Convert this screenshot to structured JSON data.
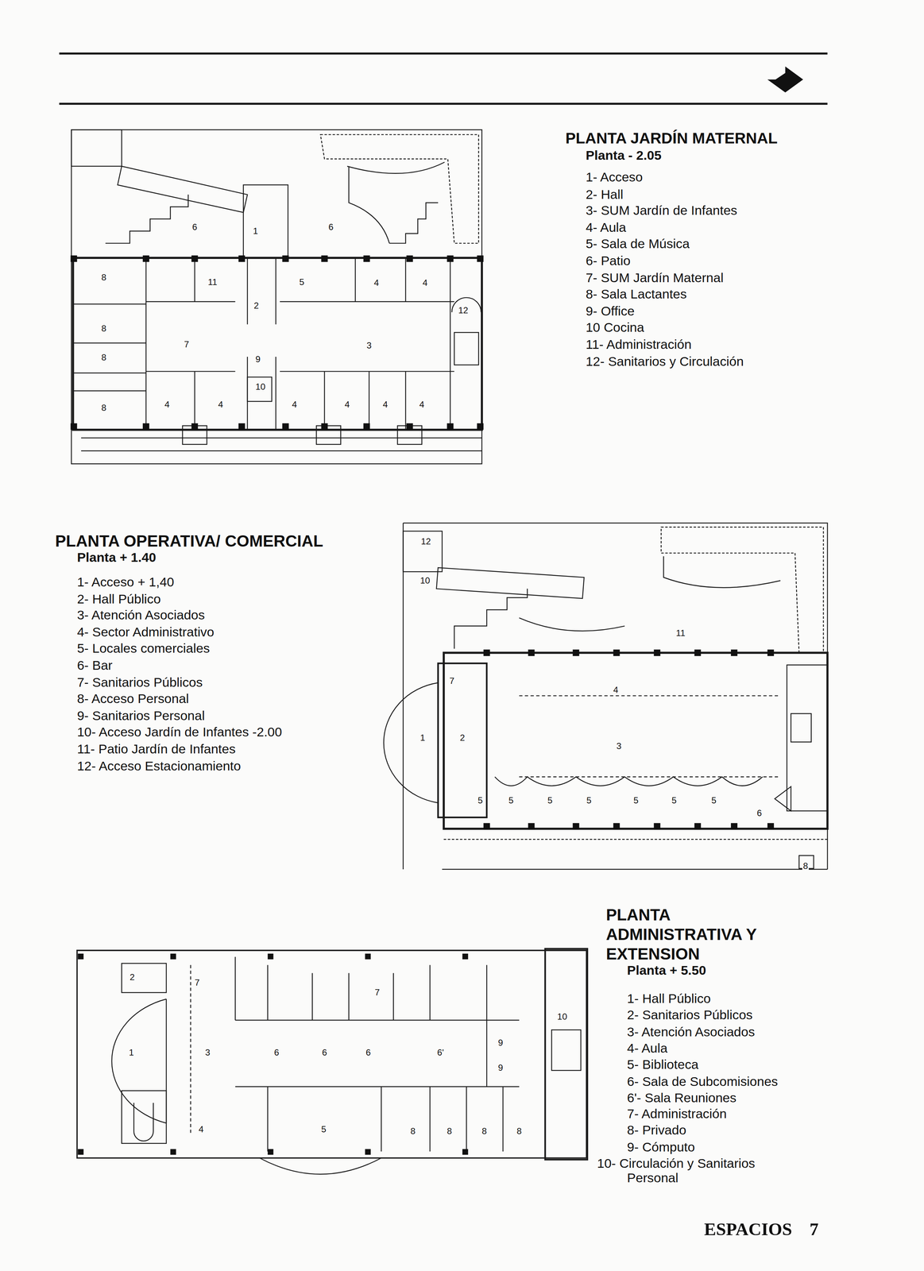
{
  "diagram": {
    "labels": [
      "PLANTA JARDÍN MATERNAL",
      "Planta - 2.05",
      "1- Acceso",
      "2- Hall",
      "3- SUM Jardín de Infantes",
      "4- Aula",
      "5- Sala de Música",
      "6- Patio",
      "7- SUM Jardín Maternal",
      "8- Sala Lactantes",
      "9- Office",
      "10 Cocina",
      "11- Administración",
      "12- Sanitarios y Circulación",
      "6",
      "1",
      "6",
      "8",
      "11",
      "5",
      "4",
      "4",
      "12",
      "2",
      "8",
      "8",
      "7",
      "3",
      "9",
      "10",
      "8",
      "4",
      "4",
      "4",
      "4",
      "4",
      "4",
      "PLANTA OPERATIVA/ COMERCIAL",
      "Planta + 1.40",
      "1- Acceso + 1,40",
      "2- Hall Público",
      "3- Atención Asociados",
      "4- Sector Administrativo",
      "5- Locales comerciales",
      "6- Bar",
      "7- Sanitarios Públicos",
      "8- Acceso Personal",
      "9- Sanitarios Personal",
      "10- Acceso Jardín de Infantes -2.00",
      "11- Patio Jardín de Infantes",
      "12- Acceso Estacionamiento",
      "12",
      "10",
      "11",
      "4",
      "3",
      "7",
      "2",
      "1",
      "5",
      "5",
      "5",
      "5",
      "5",
      "5",
      "5",
      "6",
      "8",
      "PLANTA ADMINISTRATIVA Y EXTENSION",
      "Planta + 5.50",
      "1- Hall Público",
      "2- Sanitarios Públicos",
      "3- Atención Asociados",
      "4- Aula",
      "5- Biblioteca",
      "6- Sala de Subcomisiones",
      "6'- Sala Reuniones",
      "7- Administración",
      "8- Privado",
      "9- Cómputo",
      "10- Circulación y Sanitarios Personal",
      "2",
      "7",
      "7",
      "1",
      "3",
      "6",
      "6",
      "6",
      "6'",
      "9",
      "9",
      "10",
      "4",
      "5",
      "8",
      "8",
      "8",
      "8",
      "ESPACIOS",
      "7"
    ]
  }
}
